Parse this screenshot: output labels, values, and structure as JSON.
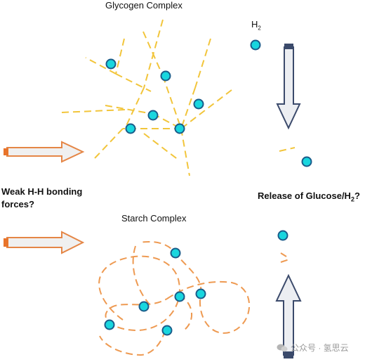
{
  "titles": {
    "glycogen": "Glycogen Complex",
    "starch": "Starch Complex",
    "h2_symbol": "H",
    "h2_subscript": "2"
  },
  "side_labels": {
    "weak_line1": "Weak H-H bonding",
    "weak_line2": "forces?",
    "release_prefix": "Release of Glucose/H",
    "release_subscript": "2",
    "release_suffix": "?"
  },
  "watermark": {
    "text": "公众号 · 氢思云"
  },
  "colors": {
    "glycogen_dash": "#f2c53b",
    "starch_dash": "#ee9a52",
    "molecule_fill": "#19d6de",
    "molecule_stroke": "#1a5c8a",
    "arrow_orange_stroke": "#e58646",
    "arrow_orange_fill": "#f0f0f0",
    "arrow_orange_tail": "#e8742b",
    "arrow_vertical_stroke": "#3b4a6b",
    "arrow_vertical_fill": "#eceef2"
  }
}
